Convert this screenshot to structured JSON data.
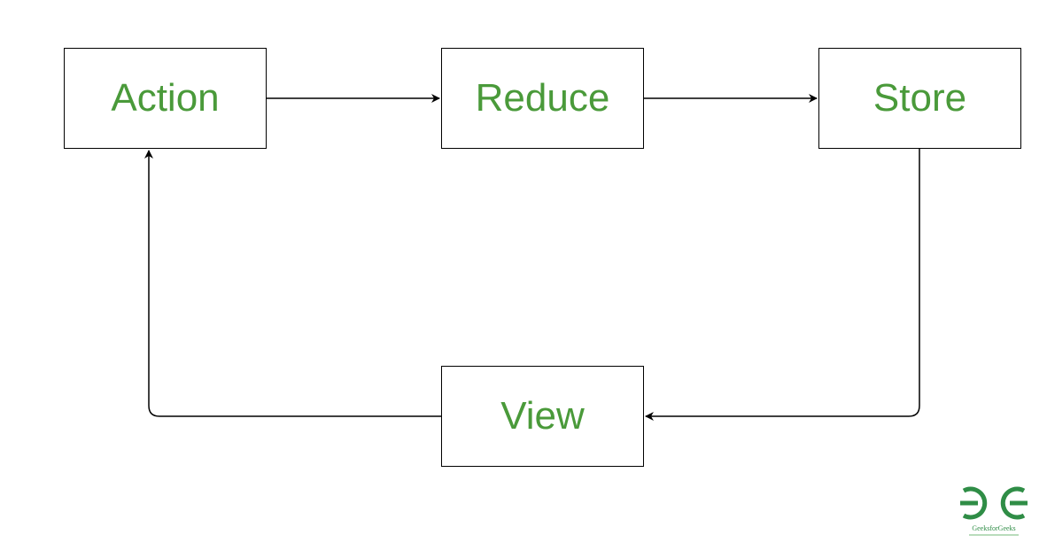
{
  "diagram": {
    "nodes": {
      "action": "Action",
      "reduce": "Reduce",
      "store": "Store",
      "view": "View"
    },
    "edges": [
      {
        "from": "Action",
        "to": "Reduce"
      },
      {
        "from": "Reduce",
        "to": "Store"
      },
      {
        "from": "Store",
        "to": "View"
      },
      {
        "from": "View",
        "to": "Action"
      }
    ]
  },
  "logo": {
    "text": "GeeksforGeeks",
    "color": "#2f8d46"
  },
  "colors": {
    "label": "#4a9a3a",
    "stroke": "#000000",
    "background": "#ffffff"
  }
}
